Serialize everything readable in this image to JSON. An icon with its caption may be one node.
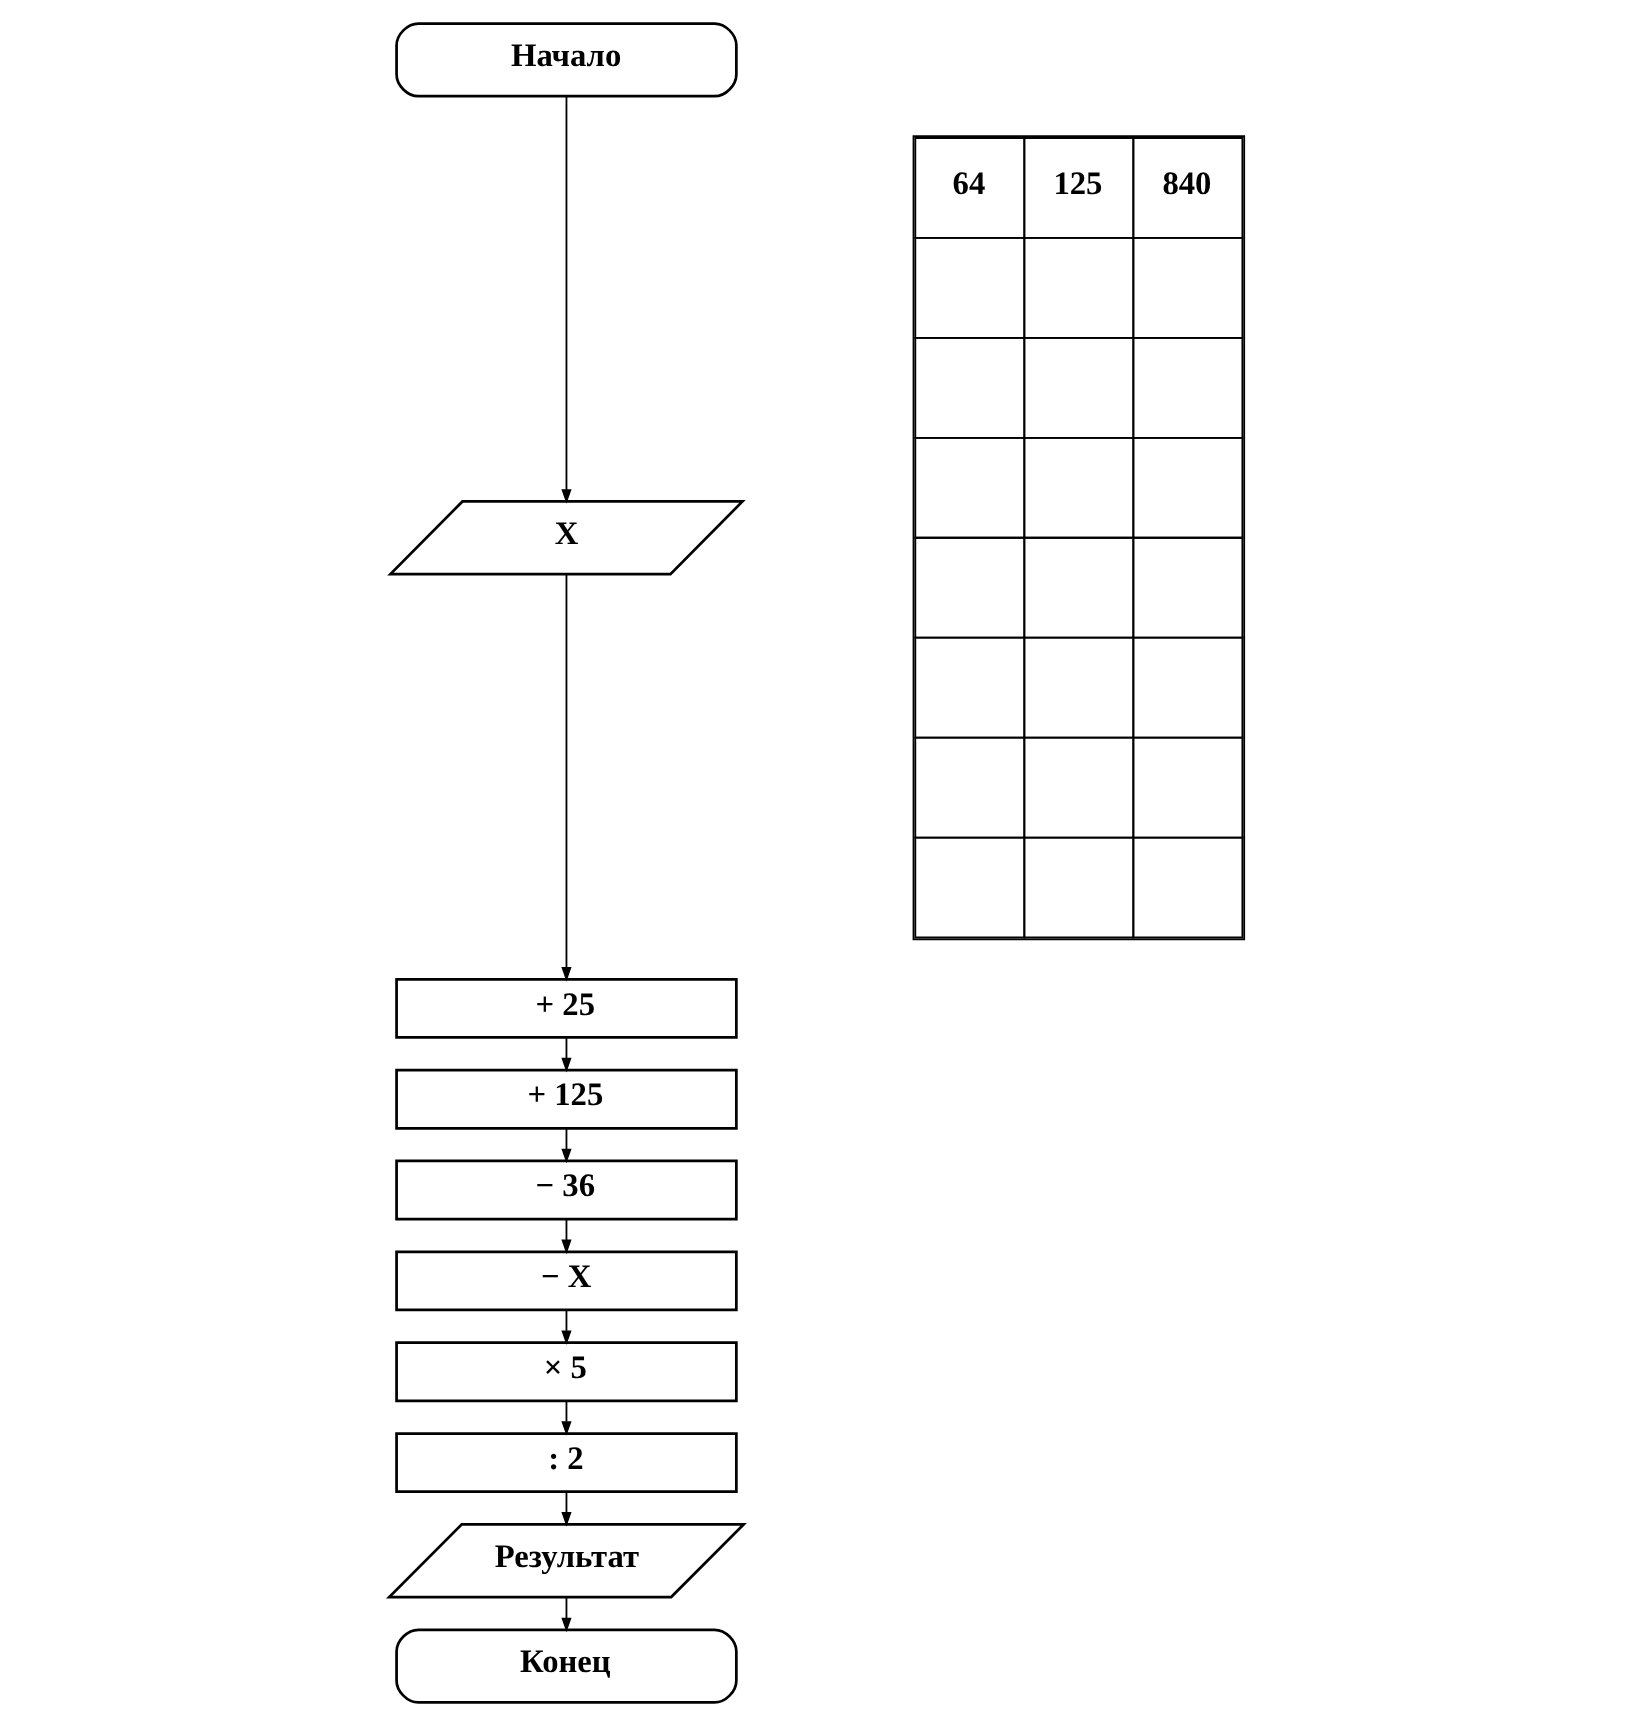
{
  "diagram": {
    "nodes": [
      {
        "text": [
          "Начало"
        ]
      },
      {
        "text": [
          "X"
        ]
      },
      {
        "text": [
          "+ 25"
        ]
      },
      {
        "text": [
          "+ 125"
        ]
      },
      {
        "text": [
          "− 36"
        ]
      },
      {
        "text": [
          "− X"
        ]
      },
      {
        "text": [
          "× 5"
        ]
      },
      {
        "text": [
          ": 2"
        ]
      },
      {
        "text": [
          "Результат"
        ]
      },
      {
        "text": [
          "Конец"
        ]
      }
    ],
    "edges": [
      {
        "from": 0,
        "to": 1,
        "arrow": "to"
      },
      {
        "from": 1,
        "to": 2,
        "arrow": "to"
      },
      {
        "from": 2,
        "to": 3,
        "arrow": "to"
      },
      {
        "from": 3,
        "to": 4,
        "arrow": "to"
      },
      {
        "from": 4,
        "to": 5,
        "arrow": "to"
      },
      {
        "from": 5,
        "to": 6,
        "arrow": "to"
      },
      {
        "from": 6,
        "to": 7,
        "arrow": "to"
      },
      {
        "from": 7,
        "to": 8,
        "arrow": "to"
      },
      {
        "from": 8,
        "to": 9,
        "arrow": "to"
      }
    ],
    "labels": [
      "64",
      "125",
      "840"
    ]
  }
}
